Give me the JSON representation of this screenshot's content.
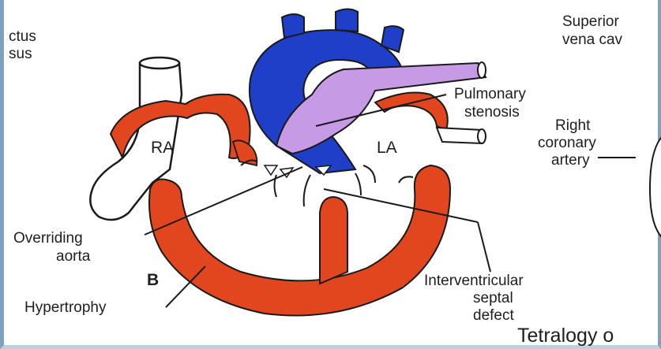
{
  "labels": {
    "ductus_line1": "ctus",
    "ductus_line2": "sus",
    "superior_line1": "Superior",
    "superior_line2": "vena cav",
    "pulmonary_line1": "Pulmonary",
    "pulmonary_line2": "stenosis",
    "right_coronary_line1": "Right",
    "right_coronary_line2": "coronary",
    "right_coronary_line3": "artery",
    "ra": "RA",
    "la": "LA",
    "overriding_line1": "Overriding",
    "overriding_line2": "aorta",
    "panel": "B",
    "hypertrophy": "Hypertrophy",
    "ivsd_line1": "Interventricular",
    "ivsd_line2": "septal",
    "ivsd_line3": "defect",
    "caption": "Tetralogy o"
  },
  "colors": {
    "myocardium": "#e2461e",
    "aorta": "#1f3fc8",
    "pulmonary": "#c79ae6",
    "outline": "#1a1a1a",
    "vessel_fill": "#ffffff",
    "frame": "#7fa0bf"
  }
}
